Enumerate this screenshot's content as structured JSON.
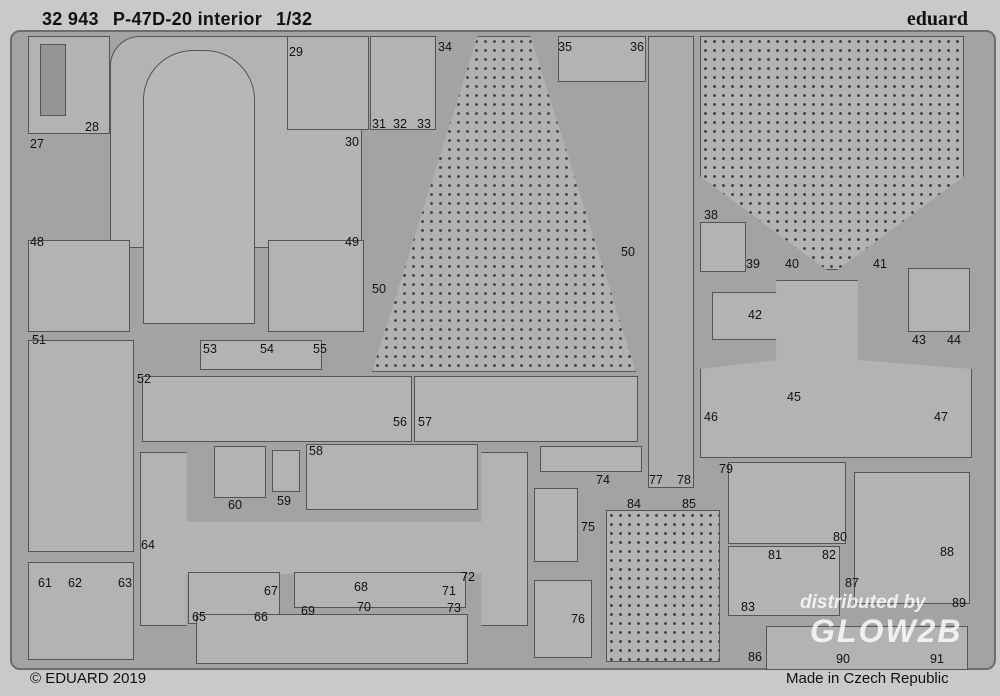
{
  "header": {
    "kit_number": "32 943",
    "title": "P-47D-20 interior",
    "scale": "1/32",
    "brand": "eduard"
  },
  "footer": {
    "copyright": "© EDUARD 2019",
    "origin": "Made in Czech Republic"
  },
  "watermark": {
    "line1": "distributed by",
    "line2": "GLOW2B"
  },
  "parts": [
    "27",
    "28",
    "29",
    "30",
    "31",
    "32",
    "33",
    "34",
    "35",
    "36",
    "38",
    "39",
    "40",
    "41",
    "42",
    "43",
    "44",
    "45",
    "46",
    "47",
    "48",
    "49",
    "50",
    "50",
    "51",
    "52",
    "53",
    "54",
    "55",
    "56",
    "57",
    "58",
    "59",
    "60",
    "61",
    "62",
    "63",
    "64",
    "65",
    "66",
    "67",
    "68",
    "69",
    "70",
    "71",
    "72",
    "73",
    "74",
    "75",
    "76",
    "77",
    "78",
    "79",
    "80",
    "81",
    "82",
    "83",
    "84",
    "85",
    "86",
    "87",
    "88",
    "89",
    "90",
    "91"
  ]
}
